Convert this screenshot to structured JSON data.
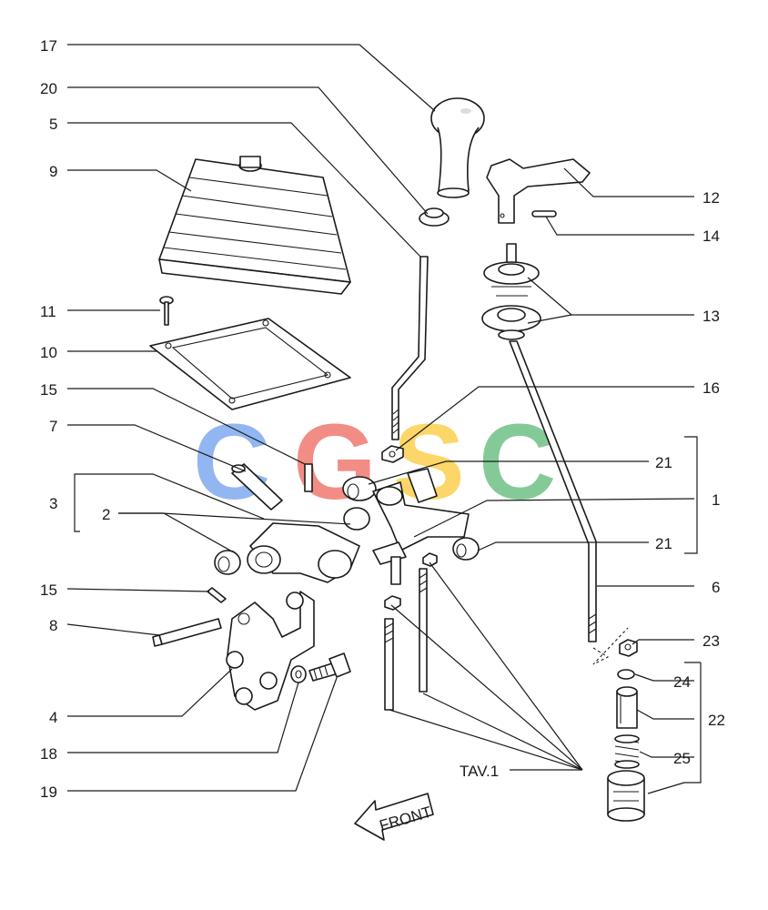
{
  "callouts": {
    "c17": "17",
    "c20": "20",
    "c5": "5",
    "c9": "9",
    "c11": "11",
    "c10": "10",
    "c15a": "15",
    "c7": "7",
    "c3": "3",
    "c2": "2",
    "c15b": "15",
    "c8": "8",
    "c4": "4",
    "c18": "18",
    "c19": "19",
    "c12": "12",
    "c14": "14",
    "c13": "13",
    "c16": "16",
    "c21a": "21",
    "c1": "1",
    "c21b": "21",
    "c6": "6",
    "c23": "23",
    "c24": "24",
    "c22": "22",
    "c25": "25",
    "tav": "TAV.1"
  },
  "front_label": "FRONT",
  "watermark": {
    "letters": [
      "C",
      "G",
      "S",
      "C"
    ],
    "colors": [
      "#4a86e8",
      "#ea4335",
      "#fbbc05",
      "#34a853"
    ]
  }
}
